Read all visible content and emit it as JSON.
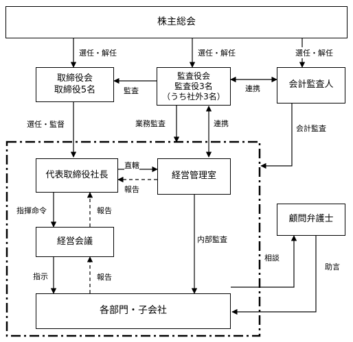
{
  "boxes": {
    "shareholders": "株主総会",
    "board_title": "取締役会",
    "board_sub": "取締役5名",
    "audit_title": "監査役会",
    "audit_sub": "監査役3名",
    "audit_sub2": "（うち社外3名）",
    "accountant": "会計監査人",
    "president": "代表取締役社長",
    "mgmt_office": "経営管理室",
    "mgmt_meeting": "経営会議",
    "lawyer": "顧問弁護士",
    "departments": "各部門・子会社"
  },
  "labels": {
    "elect_dismiss_1": "選任・解任",
    "elect_dismiss_2": "選任・解任",
    "elect_dismiss_3": "選任・解任",
    "audit": "監査",
    "cooperation_1": "連携",
    "cooperation_2": "連携",
    "elect_supervise": "選任・監督",
    "business_audit": "業務監査",
    "accounting_audit": "会計監査",
    "direct_control": "直轄",
    "report_1": "報告",
    "command": "指揮命令",
    "report_2": "報告",
    "internal_audit": "内部監査",
    "instruction": "指示",
    "report_3": "報告",
    "consultation": "相談",
    "advice": "助言"
  }
}
